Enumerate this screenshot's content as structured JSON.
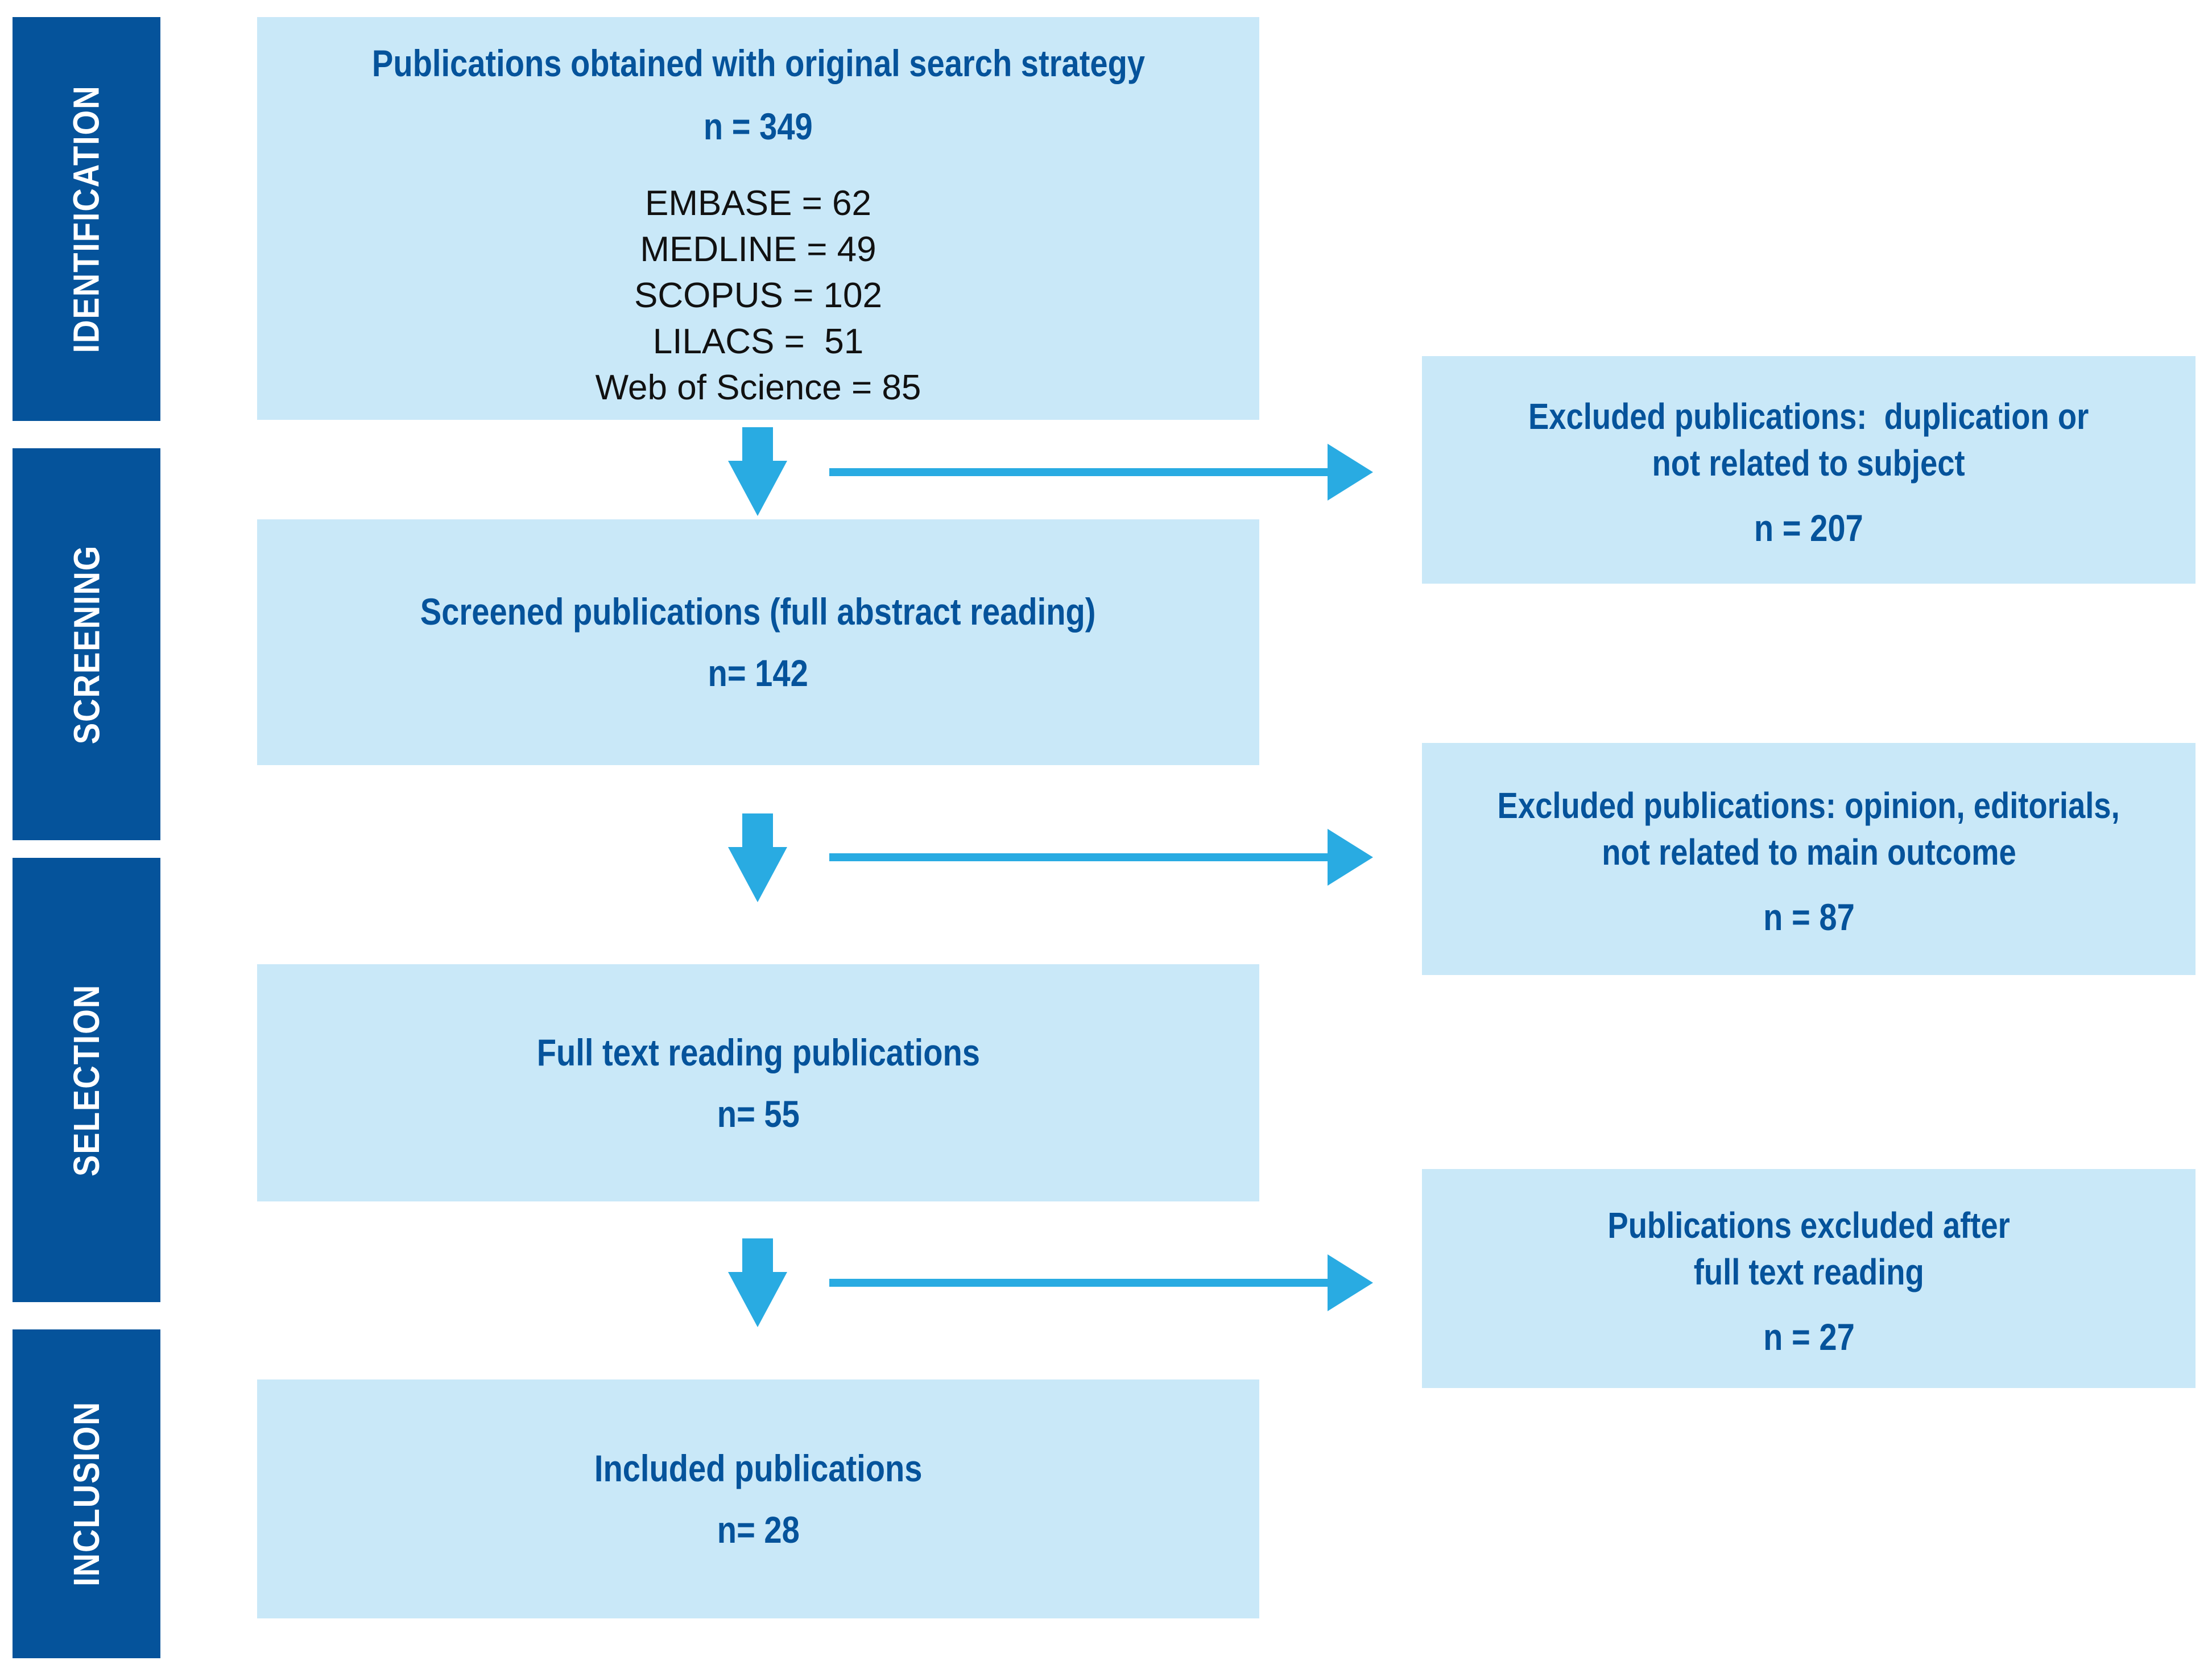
{
  "palette": {
    "dark_blue": "#05539B",
    "light_blue": "#C9E8F8",
    "arrow_cyan": "#29ABE2",
    "detail_text": "#111111",
    "stage_text": "#FFFFFF"
  },
  "sidebar": {
    "items": [
      {
        "label": "IDENTIFICATION"
      },
      {
        "label": "SCREENING"
      },
      {
        "label": "SELECTION"
      },
      {
        "label": "INCLUSION"
      }
    ]
  },
  "flow": {
    "main_boxes": [
      {
        "title": "Publications obtained with original search strategy",
        "count": "n = 349",
        "details": [
          "EMBASE = 62",
          "MEDLINE = 49",
          "SCOPUS = 102",
          "LILACS =  51",
          "Web of Science = 85"
        ]
      },
      {
        "title": "Screened publications (full abstract reading)",
        "count": "n= 142"
      },
      {
        "title": "Full text reading publications",
        "count": "n= 55"
      },
      {
        "title": "Included publications",
        "count": "n= 28"
      }
    ],
    "side_boxes": [
      {
        "lines": [
          "Excluded publications:  duplication or",
          "not related to subject"
        ],
        "count": "n = 207"
      },
      {
        "lines": [
          "Excluded publications: opinion, editorials,",
          "not related to main outcome"
        ],
        "count": "n = 87"
      },
      {
        "lines": [
          "Publications excluded after",
          "full text reading"
        ],
        "count": "n = 27"
      }
    ]
  }
}
